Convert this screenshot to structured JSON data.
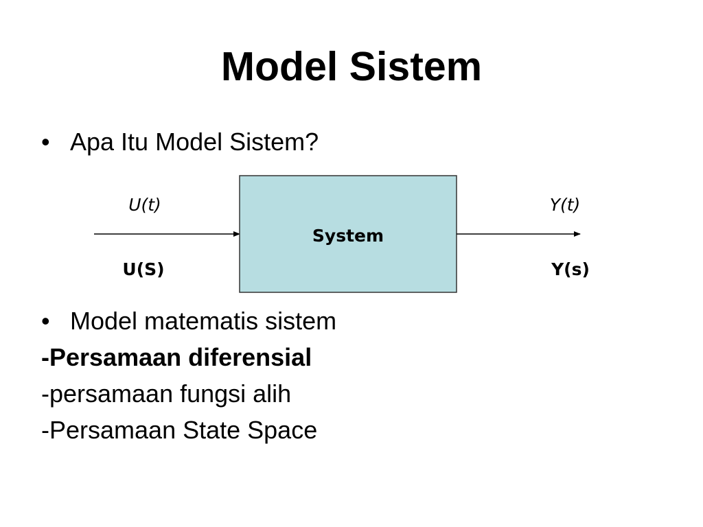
{
  "slide": {
    "title": "Model Sistem",
    "bullet_1": "Apa Itu Model Sistem?",
    "bullet_2": "Model matematis sistem",
    "bullet_glyph": "•",
    "lines": [
      "-Persamaan diferensial",
      "-persamaan fungsi alih",
      "-Persamaan State Space"
    ]
  },
  "diagram": {
    "block_label": "System",
    "input_time": "U(t)",
    "input_laplace": "U(S)",
    "output_time": "Y(t)",
    "output_laplace": "Y(s)",
    "block_fill": "#b7dde1",
    "block_stroke": "#333333"
  }
}
